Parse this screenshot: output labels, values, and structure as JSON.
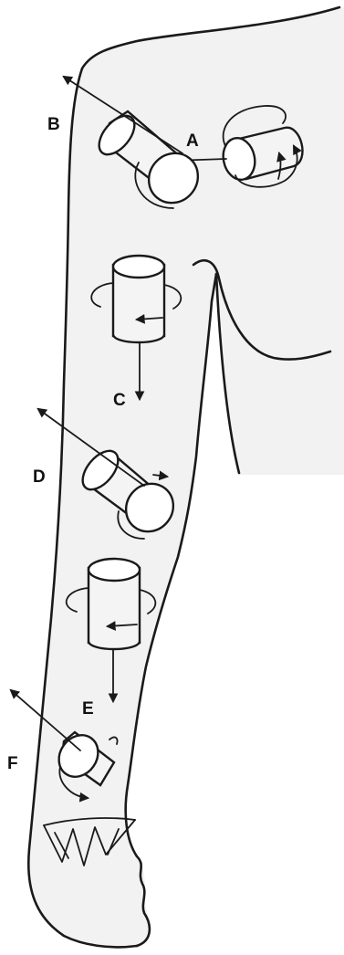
{
  "labels": {
    "a": "A",
    "b": "B",
    "c": "C",
    "d": "D",
    "e": "E",
    "f": "F"
  },
  "colors": {
    "body_fill": "#f2f2f2",
    "ink": "#1a1a1a",
    "background": "#ffffff"
  },
  "icons": [
    "arrow-icon",
    "cylinder-icon",
    "rotation-arrow-icon",
    "foot-tripod-icon"
  ]
}
